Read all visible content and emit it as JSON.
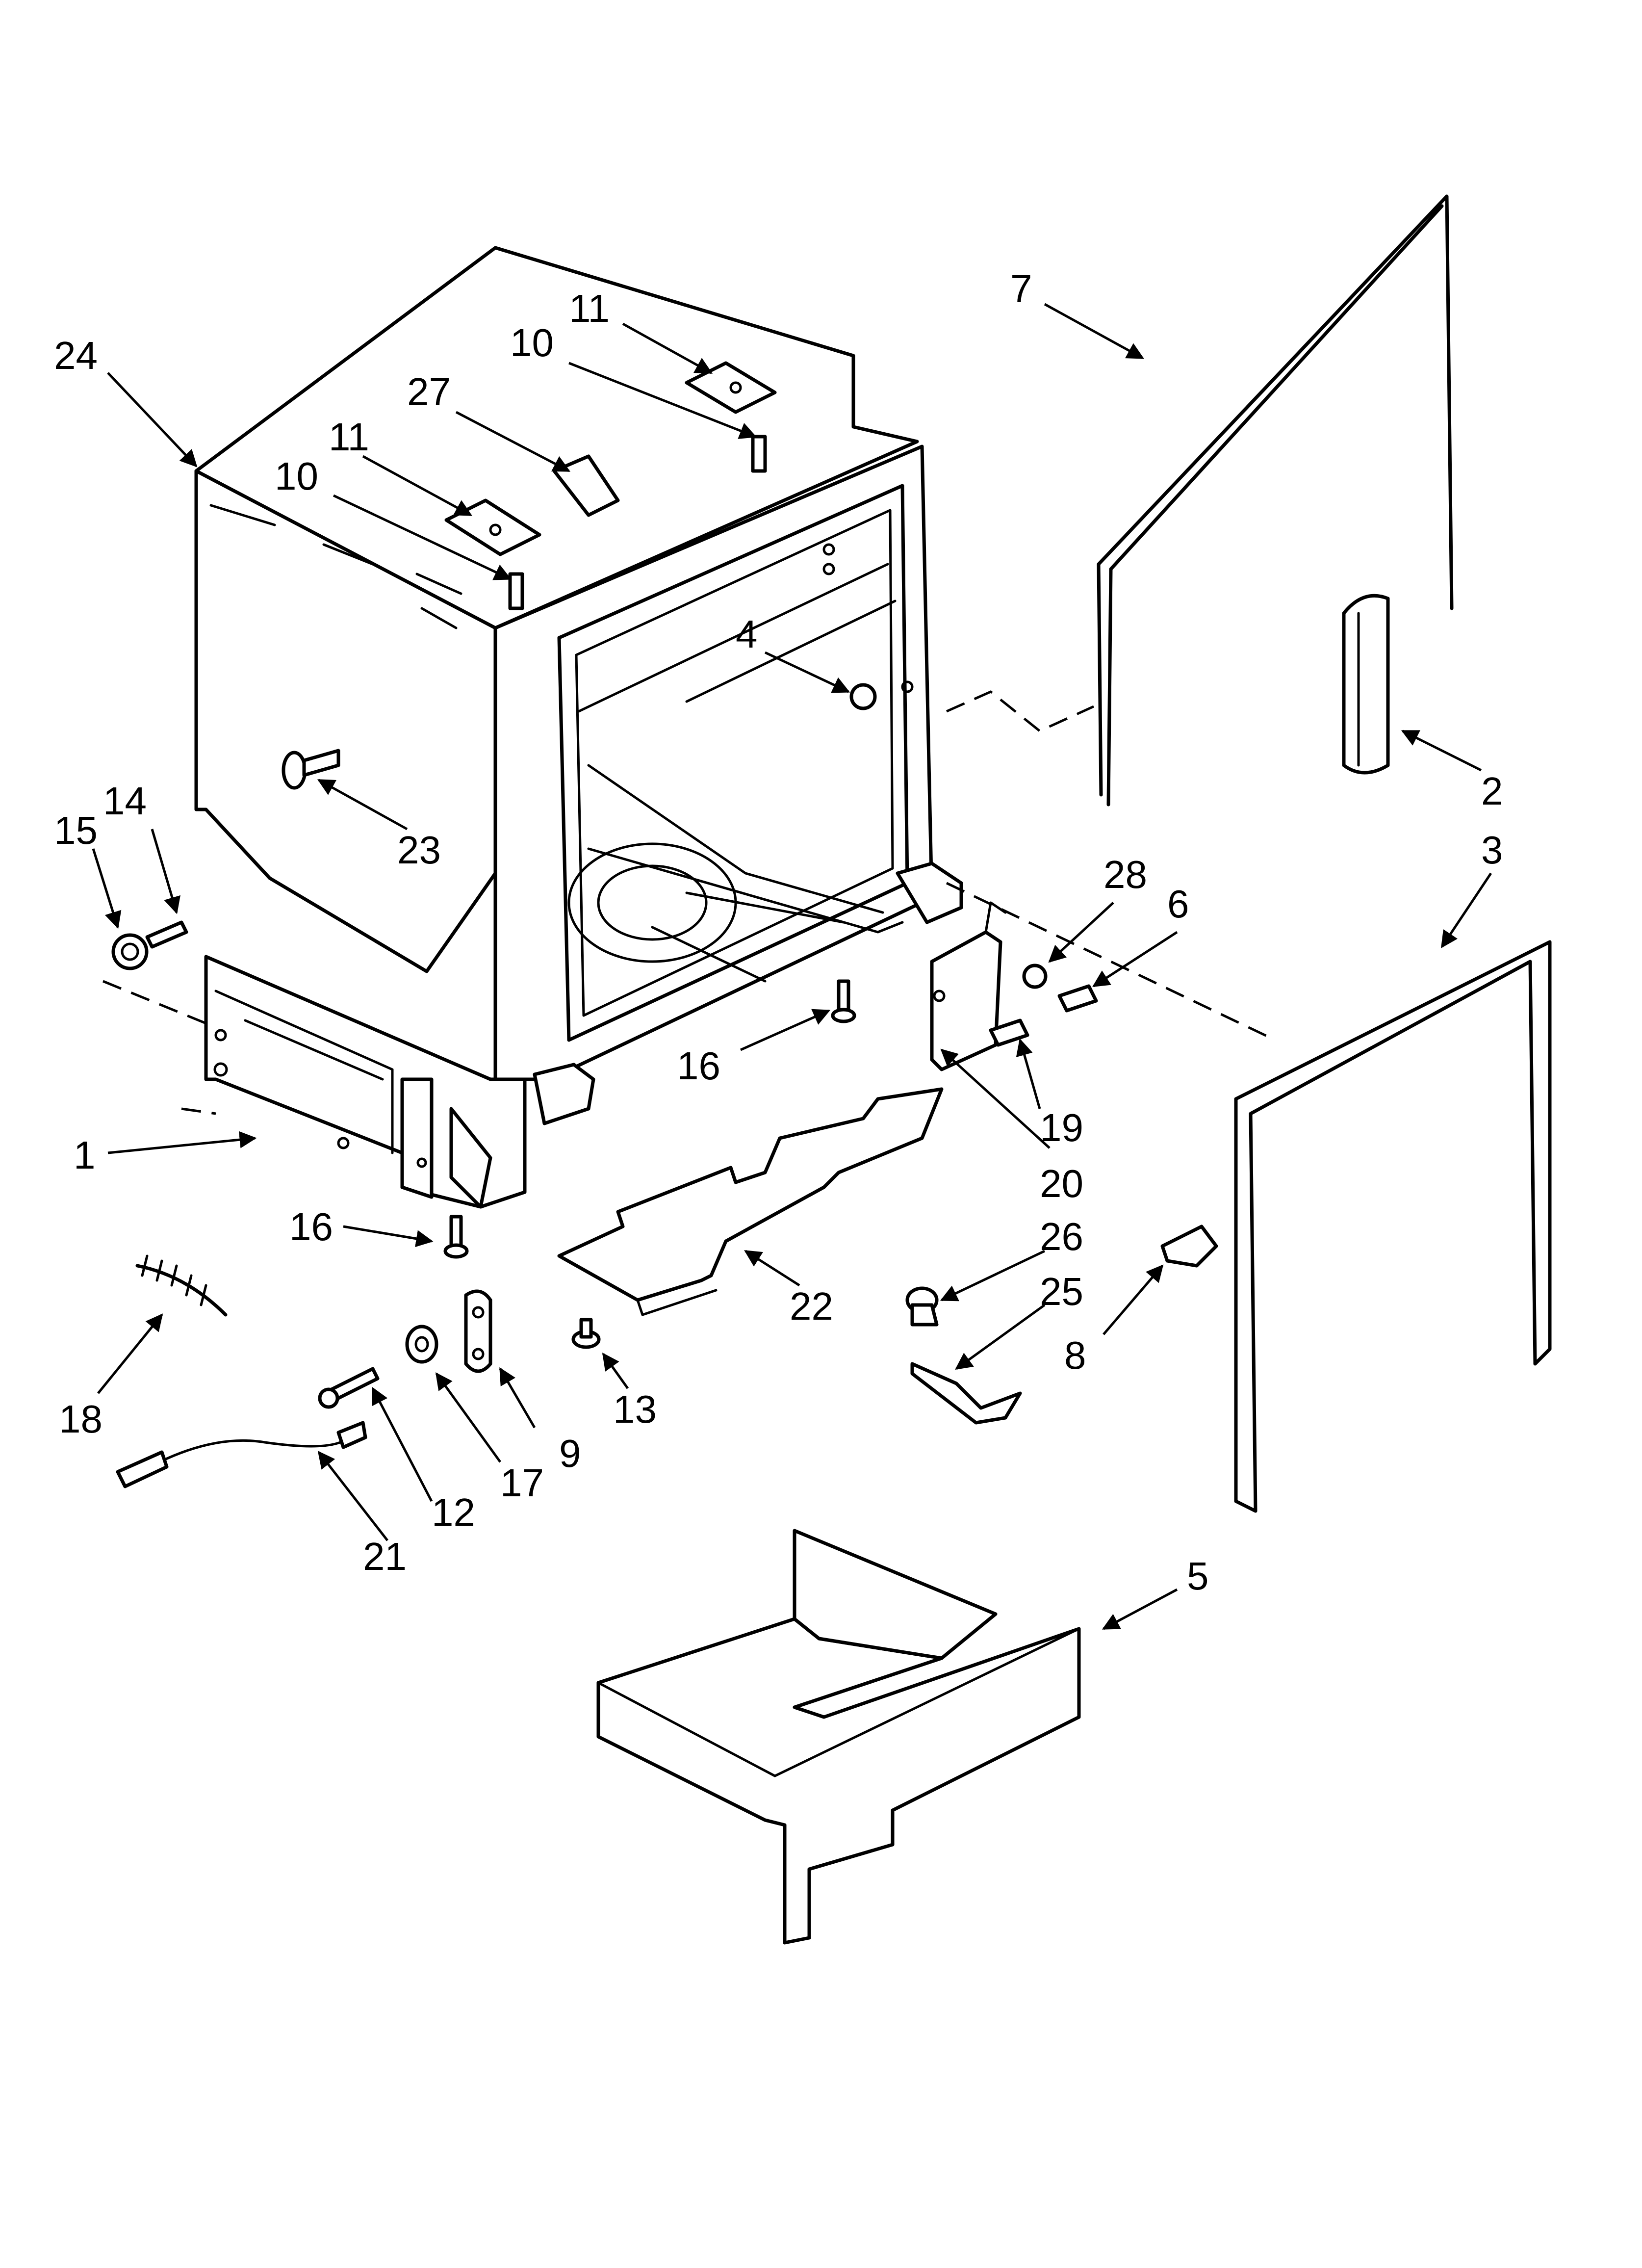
{
  "diagram": {
    "callouts": [
      {
        "id": "c24a",
        "text": "24"
      },
      {
        "id": "c7",
        "text": "7"
      },
      {
        "id": "c11a",
        "text": "11"
      },
      {
        "id": "c10a",
        "text": "10"
      },
      {
        "id": "c27",
        "text": "27"
      },
      {
        "id": "c11b",
        "text": "11"
      },
      {
        "id": "c10b",
        "text": "10"
      },
      {
        "id": "c4",
        "text": "4"
      },
      {
        "id": "c2",
        "text": "2"
      },
      {
        "id": "c3",
        "text": "3"
      },
      {
        "id": "c23",
        "text": "23"
      },
      {
        "id": "c15",
        "text": "15"
      },
      {
        "id": "c14",
        "text": "14"
      },
      {
        "id": "c28",
        "text": "28"
      },
      {
        "id": "c6",
        "text": "6"
      },
      {
        "id": "c16a",
        "text": "16"
      },
      {
        "id": "c19",
        "text": "19"
      },
      {
        "id": "c1",
        "text": "1"
      },
      {
        "id": "c20",
        "text": "20"
      },
      {
        "id": "c16b",
        "text": "16"
      },
      {
        "id": "c26",
        "text": "26"
      },
      {
        "id": "c25",
        "text": "25"
      },
      {
        "id": "c22",
        "text": "22"
      },
      {
        "id": "c8",
        "text": "8"
      },
      {
        "id": "c18",
        "text": "18"
      },
      {
        "id": "c13",
        "text": "13"
      },
      {
        "id": "c9",
        "text": "9"
      },
      {
        "id": "c17",
        "text": "17"
      },
      {
        "id": "c12",
        "text": "12"
      },
      {
        "id": "c21",
        "text": "21"
      },
      {
        "id": "c5",
        "text": "5"
      }
    ]
  }
}
